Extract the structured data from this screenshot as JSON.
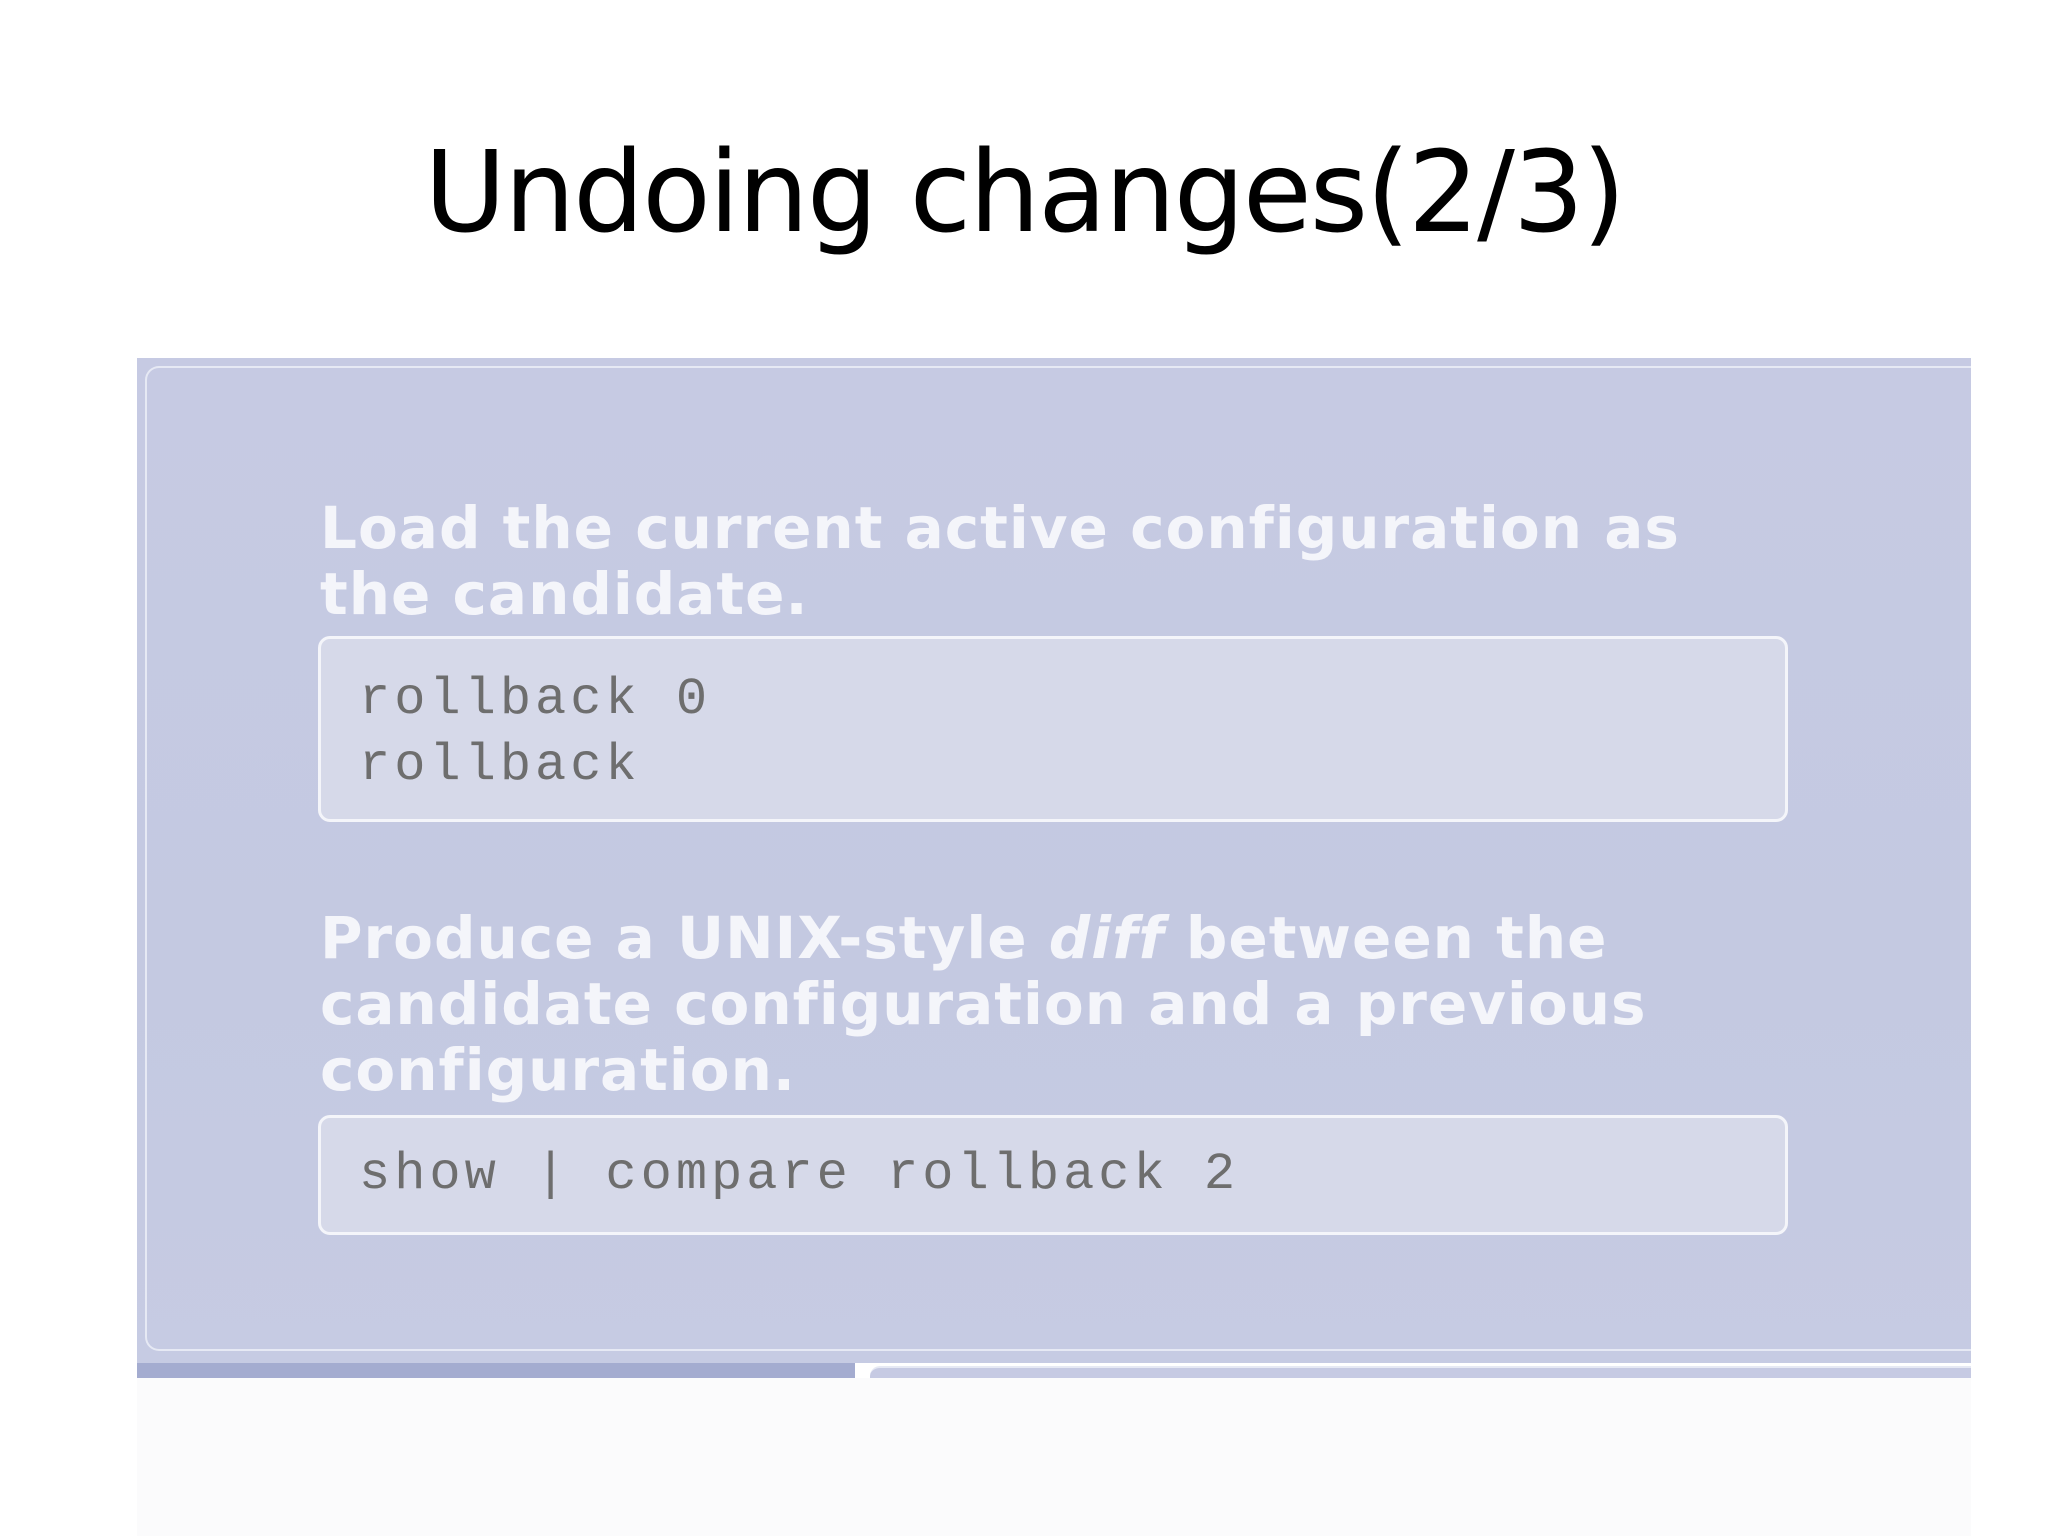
{
  "slide": {
    "title": "Undoing changes(2/3)"
  },
  "panel": {
    "step1": {
      "description_line1": "Load the current active configuration as",
      "description_line2": "the candidate.",
      "commands": [
        "rollback 0",
        "rollback"
      ]
    },
    "step2": {
      "description_line1_before": "Produce a UNIX-style ",
      "description_line1_italic": "diff",
      "description_line1_after": " between the",
      "description_line2": "candidate configuration and a previous",
      "description_line3": "configuration.",
      "commands": [
        "show | compare rollback 2"
      ]
    }
  },
  "colors": {
    "panel_background": "#c6cae3",
    "description_text": "#f4f5fa",
    "code_background": "#d6d9e9",
    "code_text": "#6e6e6e"
  }
}
